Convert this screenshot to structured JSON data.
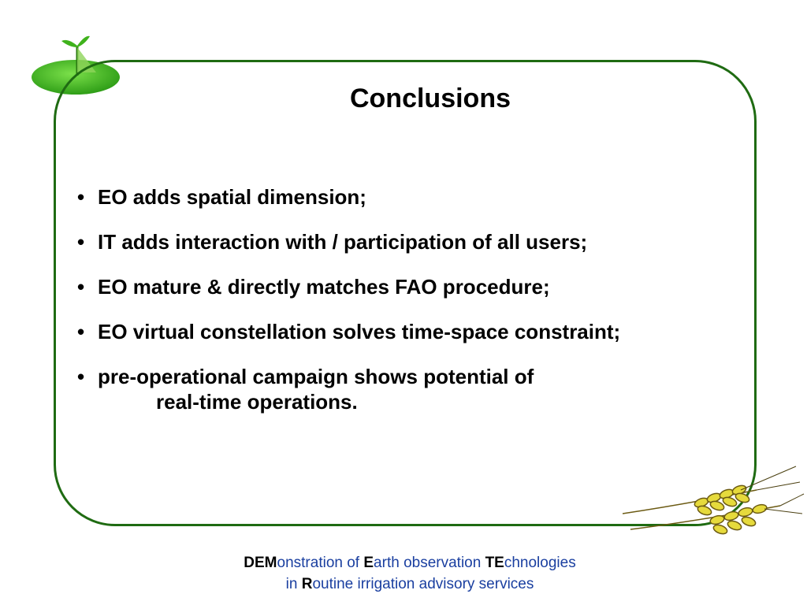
{
  "slide": {
    "title": "Conclusions",
    "bullets": [
      {
        "text": "EO adds spatial dimension;"
      },
      {
        "text": "IT adds interaction with / participation of all users;"
      },
      {
        "text": "EO mature & directly matches FAO procedure;"
      },
      {
        "text": "EO virtual constellation solves time-space constraint;"
      },
      {
        "text": "pre-operational campaign shows potential of",
        "continuation": "real-time operations."
      }
    ],
    "bullet_symbol": "•"
  },
  "footer": {
    "line1": [
      {
        "b": "DEM",
        "t": "onstration of "
      },
      {
        "b": "E",
        "t": "arth observation "
      },
      {
        "b": "TE",
        "t": "chnologies"
      }
    ],
    "line2": [
      {
        "b": "",
        "t": "in "
      },
      {
        "b": "R",
        "t": "outine irrigation advisory services"
      }
    ]
  },
  "icons": {
    "logo": "sprinkler-field-logo-icon",
    "corner_decoration": "wheat-ears-icon"
  },
  "colors": {
    "frame": "#1f6b12",
    "footer_text": "#1a3fa0",
    "logo_green": "#44c21f"
  }
}
